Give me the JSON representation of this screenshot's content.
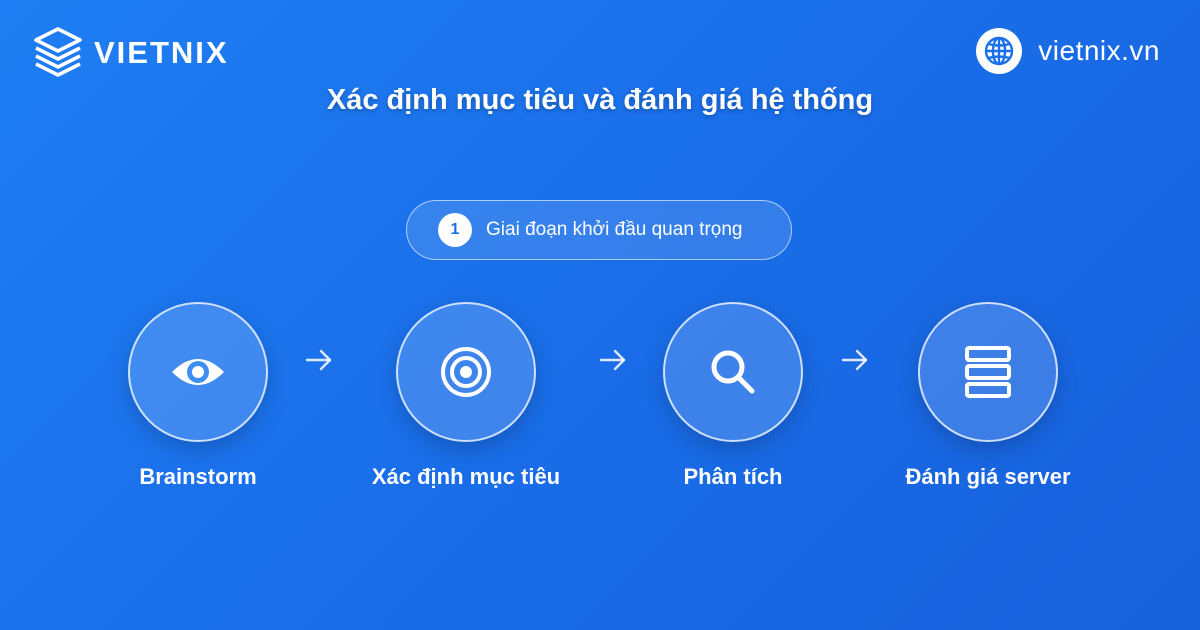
{
  "brand": {
    "name": "VIETNIX",
    "site": "vietnix.vn"
  },
  "title": "Xác định mục tiêu và đánh giá hệ thống",
  "badge": {
    "number": "1",
    "text": "Giai đoạn khởi đầu quan trọng"
  },
  "steps": [
    {
      "label": "Brainstorm",
      "icon": "eye-icon"
    },
    {
      "label": "Xác định mục tiêu",
      "icon": "target-icon"
    },
    {
      "label": "Phân tích",
      "icon": "search-icon"
    },
    {
      "label": "Đánh giá server",
      "icon": "server-icon"
    }
  ],
  "colors": {
    "background": "#1a6fea",
    "text": "#ffffff"
  }
}
